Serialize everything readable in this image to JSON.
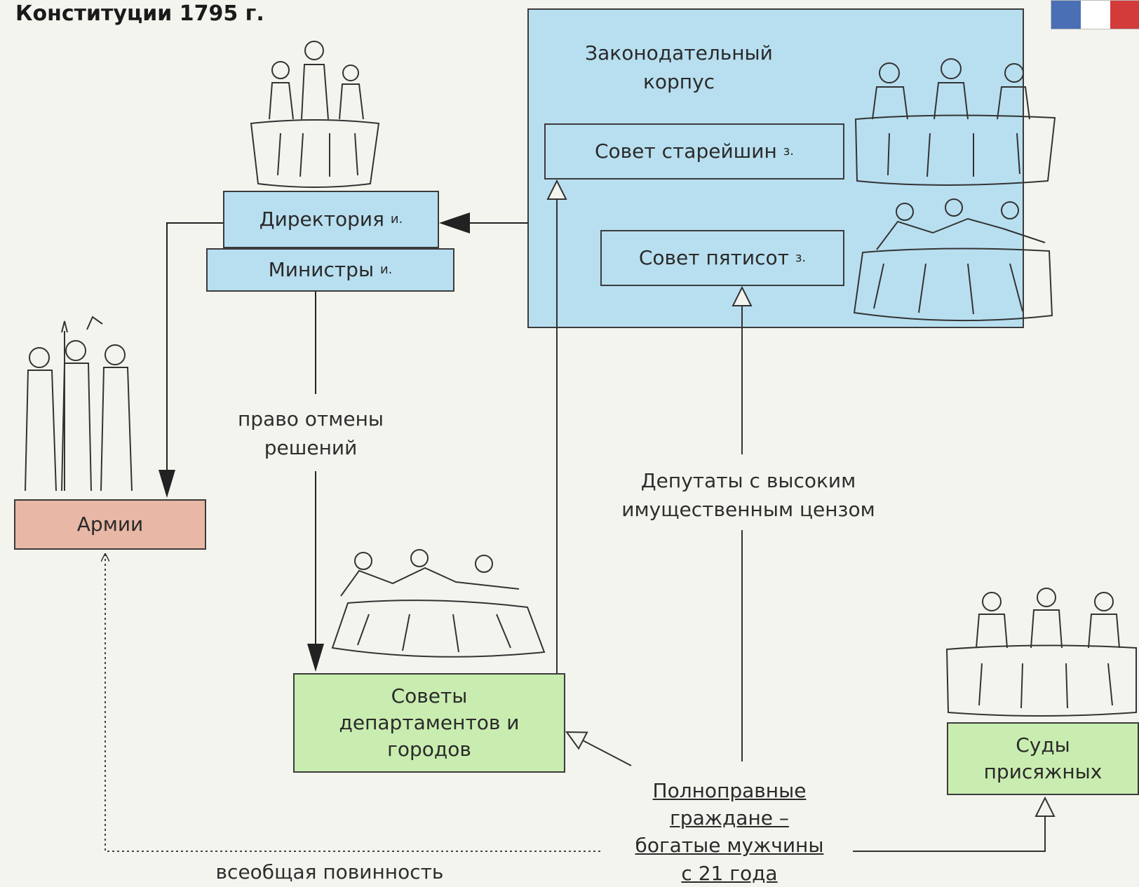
{
  "title": "Конституции 1795 г.",
  "legislative": {
    "title": "Законодательный корпус",
    "elders": "Совет старейшин",
    "elders_mark": "з.",
    "five_hundred": "Совет пятисот",
    "five_hundred_mark": "з."
  },
  "executive": {
    "directory": "Директория",
    "directory_mark": "и.",
    "ministers": "Министры",
    "ministers_mark": "и."
  },
  "army": "Армии",
  "councils": "Советы департаментов и городов",
  "courts": "Суды присяжных",
  "labels": {
    "veto": "право отмены решений",
    "deputies": "Депутаты с высоким имущественным цензом",
    "conscription": "всеобщая повинность"
  },
  "citizens": [
    "Полноправные",
    "граждане –",
    "богатые мужчины",
    "с 21 года"
  ],
  "colors": {
    "blue": "#b8dff0",
    "green": "#c9edb0",
    "red": "#e8b7a6",
    "flag_blue": "#4a6fb5",
    "flag_white": "#ffffff",
    "flag_red": "#d33a3a"
  },
  "icons": [
    "directory-figures-icon",
    "legislators-table-icon",
    "council-table-icon",
    "soldiers-icon",
    "councils-table-icon",
    "jury-table-icon"
  ]
}
